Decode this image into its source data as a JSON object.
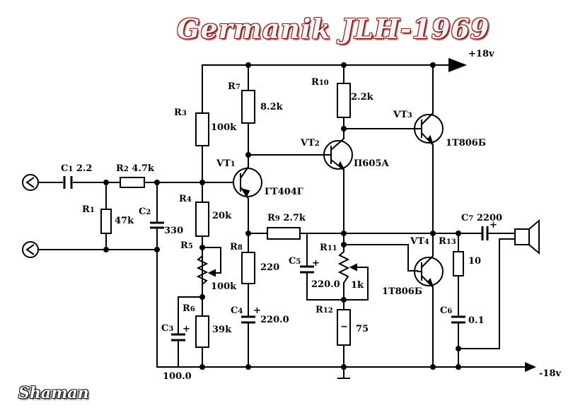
{
  "title": "Germanik JLH-1969",
  "author": "Shaman",
  "supply": {
    "positive": "+18v",
    "negative": "-18v"
  },
  "components": {
    "C1": {
      "ref": "C",
      "sub": "1",
      "value": "2.2"
    },
    "R2": {
      "ref": "R",
      "sub": "2",
      "value": "4.7k"
    },
    "R1": {
      "ref": "R",
      "sub": "1",
      "value": "47k"
    },
    "C2": {
      "ref": "C",
      "sub": "2",
      "value": "330"
    },
    "R3": {
      "ref": "R",
      "sub": "3",
      "value": "100k"
    },
    "R4": {
      "ref": "R",
      "sub": "4",
      "value": "20k"
    },
    "R5": {
      "ref": "R",
      "sub": "5",
      "value": "100k"
    },
    "R6": {
      "ref": "R",
      "sub": "6",
      "value": "39k"
    },
    "C3": {
      "ref": "C",
      "sub": "3",
      "value": "100.0"
    },
    "R7": {
      "ref": "R",
      "sub": "7",
      "value": "8.2k"
    },
    "R8": {
      "ref": "R",
      "sub": "8",
      "value": "220"
    },
    "C4": {
      "ref": "C",
      "sub": "4",
      "value": "220.0"
    },
    "R9": {
      "ref": "R",
      "sub": "9",
      "value": "2.7k"
    },
    "R10": {
      "ref": "R",
      "sub": "10",
      "value": "2.2k"
    },
    "R11": {
      "ref": "R",
      "sub": "11",
      "value": "1k"
    },
    "R12": {
      "ref": "R",
      "sub": "12",
      "value": "75"
    },
    "C5": {
      "ref": "C",
      "sub": "5",
      "value": "220.0"
    },
    "R13": {
      "ref": "R",
      "sub": "13",
      "value": "10"
    },
    "C6": {
      "ref": "C",
      "sub": "6",
      "value": "0.1"
    },
    "C7": {
      "ref": "C",
      "sub": "7",
      "value": "2200"
    },
    "VT1": {
      "ref": "VT",
      "sub": "1",
      "value": "ГТ404Г"
    },
    "VT2": {
      "ref": "VT",
      "sub": "2",
      "value": "П605А"
    },
    "VT3": {
      "ref": "VT",
      "sub": "3",
      "value": "1Т806Б"
    },
    "VT4": {
      "ref": "VT",
      "sub": "4",
      "value": "1Т806Б"
    }
  },
  "polarity_marks": {
    "plus": "+",
    "minus": "−"
  }
}
